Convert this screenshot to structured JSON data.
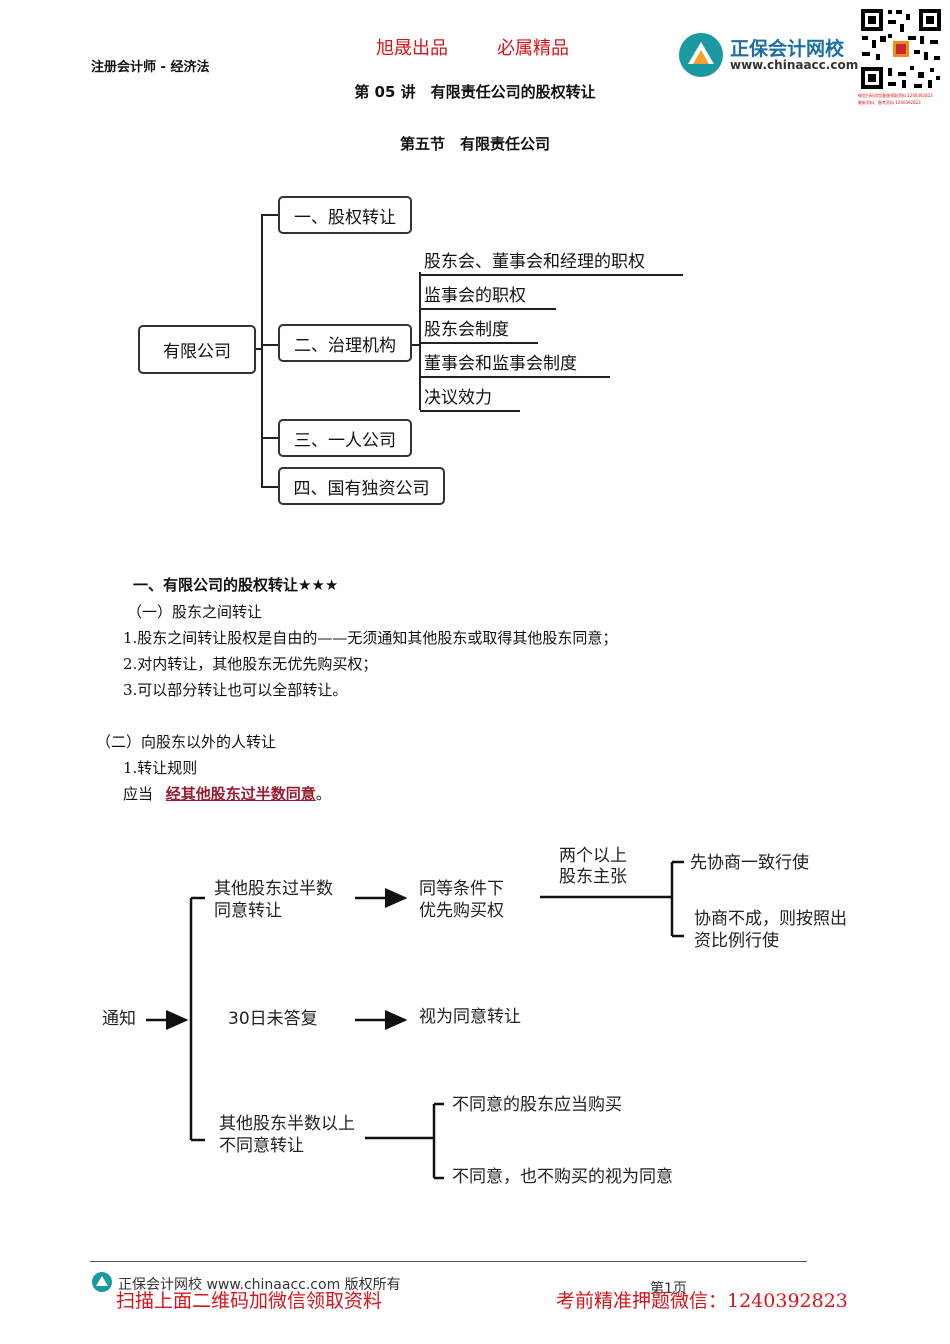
{
  "header": {
    "left_title": "注册会计师 - 经济法",
    "slogan_1": "旭晟出品",
    "slogan_2": "必属精品",
    "brand_name": "正保会计网校",
    "brand_url": "www.chinaacc.com",
    "qr_caption_1": "微信扫码添加客服领取资料 1240392823",
    "qr_caption_2": "最新资料、备考资料 1240392823"
  },
  "lecture_title": "第 05 讲　有限责任公司的股权转让",
  "section_title": "第五节　有限责任公司",
  "mindmap": {
    "root": "有限公司",
    "branch_1": "一、股权转让",
    "branch_2": "二、治理机构",
    "branch_2_children": [
      "股东会、董事会和经理的职权",
      "监事会的职权",
      "股东会制度",
      "董事会和监事会制度",
      "决议效力"
    ],
    "branch_3": "三、一人公司",
    "branch_4": "四、国有独资公司"
  },
  "body": {
    "heading": "一、有限公司的股权转让★★★",
    "sub1": "（一）股东之间转让",
    "item1": "1.股东之间转让股权是自由的——无须通知其他股东或取得其他股东同意；",
    "item2": "2.对内转让，其他股东无优先购买权；",
    "item3": "3.可以部分转让也可以全部转让。",
    "sub2": "（二）向股东以外的人转让",
    "rule_title": "1.转让规则",
    "should_prefix": "应当",
    "should_highlight": "经其他股东过半数同意",
    "should_suffix": "。"
  },
  "flow": {
    "notify": "通知",
    "branch_a_line1": "其他股东过半数",
    "branch_a_line2": "同意转让",
    "pre_line1": "同等条件下",
    "pre_line2": "优先购买权",
    "multi_line1": "两个以上",
    "multi_line2": "股东主张",
    "negotiate": "先协商一致行使",
    "fail_line1": "协商不成，则按照出",
    "fail_line2": "资比例行使",
    "branch_b": "30日未答复",
    "deemed": "视为同意转让",
    "branch_c_line1": "其他股东半数以上",
    "branch_c_line2": "不同意转让",
    "must_buy": "不同意的股东应当购买",
    "not_buy": "不同意，也不购买的视为同意"
  },
  "footer": {
    "copyright": "正保会计网校 www.chinaacc.com 版权所有",
    "page": "第1页",
    "promo_left": "扫描上面二维码加微信领取资料",
    "promo_right": "考前精准押题微信：1240392823"
  },
  "colors": {
    "red": "#d8141b",
    "highlight": "#9a1a2e",
    "brand_teal": "#1a9aa0"
  }
}
